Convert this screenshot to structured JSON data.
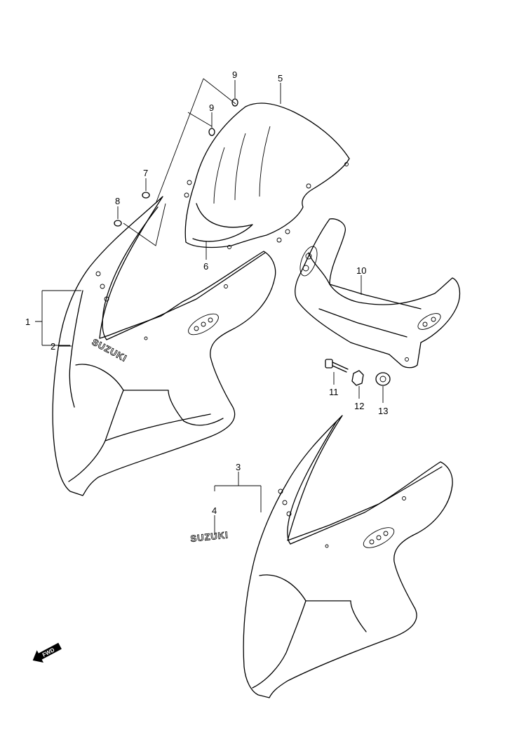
{
  "callouts": {
    "c1": "1",
    "c2": "2",
    "c3": "3",
    "c4": "4",
    "c5": "5",
    "c6": "6",
    "c7": "7",
    "c8": "8",
    "c9a": "9",
    "c9b": "9",
    "c10": "10",
    "c11": "11",
    "c12": "12",
    "c13": "13"
  },
  "logo_text": "SUZUKI",
  "fwd_text": "FWD"
}
